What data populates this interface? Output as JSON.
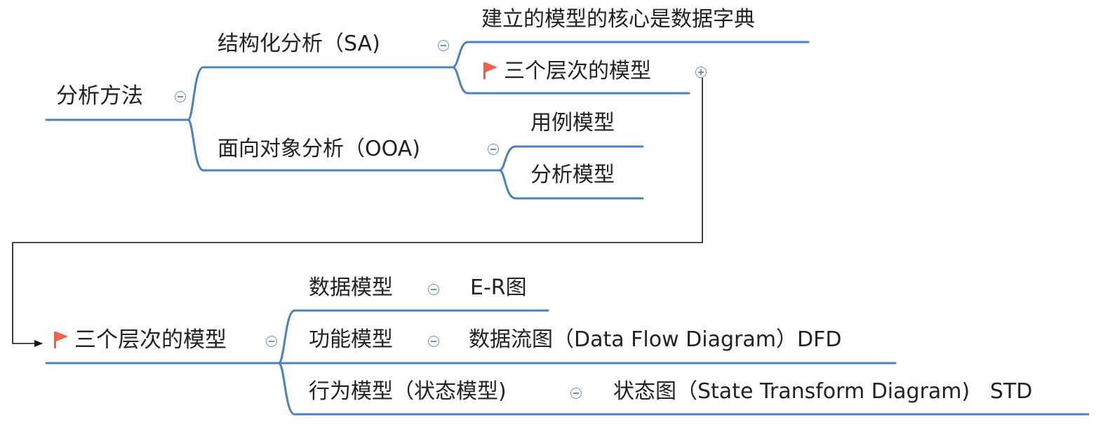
{
  "diagram": {
    "map1": {
      "root": "分析方法",
      "sa": {
        "label": "结构化分析（SA)",
        "children": [
          "建立的模型的核心是数据字典",
          "三个层次的模型"
        ]
      },
      "ooa": {
        "label": "面向对象分析（OOA)",
        "children": [
          "用例模型",
          "分析模型"
        ]
      }
    },
    "map2": {
      "root": "三个层次的模型",
      "branches": [
        {
          "label": "数据模型",
          "child": "E-R图"
        },
        {
          "label": "功能模型",
          "child": "数据流图（Data Flow Diagram）DFD"
        },
        {
          "label": "行为模型（状态模型)",
          "child": "状态图（State Transform Diagram)   STD"
        }
      ]
    }
  },
  "colors": {
    "branch_line": "#4a80c4",
    "connector": "#111111",
    "flag": "#f0604a",
    "toggle": "#6b8fb8"
  },
  "icons": {
    "flag": "red-flag-icon",
    "collapse": "collapse-circle-icon",
    "expand": "expand-circle-icon"
  }
}
